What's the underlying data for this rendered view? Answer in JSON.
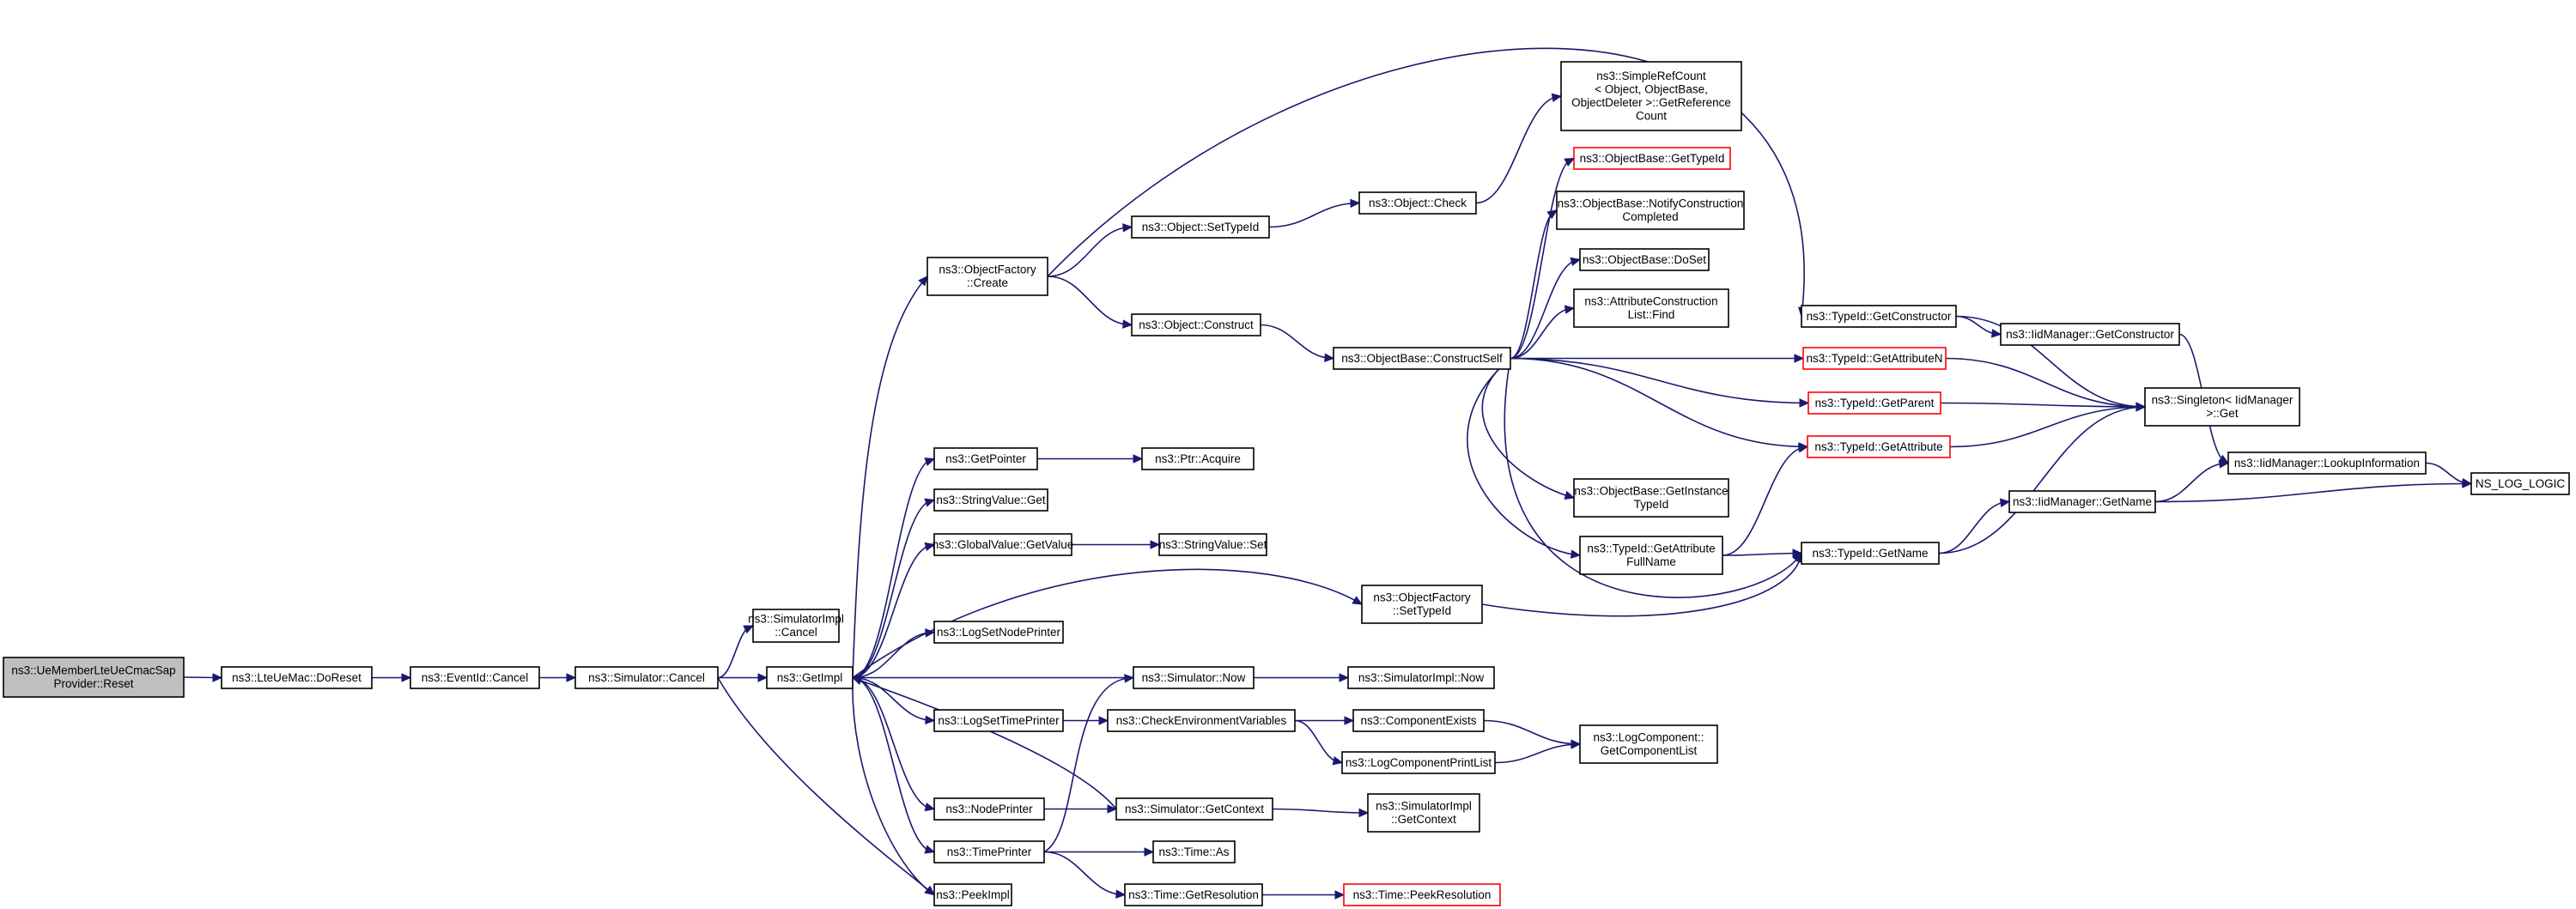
{
  "graph": {
    "node_border_color": "#000000",
    "edge_color": "#191970",
    "root_fill": "#bfbfbf",
    "undocumented_border_color": "#ff0000",
    "nodes": [
      {
        "id": "n0",
        "lines": [
          "ns3::UeMemberLteUeCmacSap",
          "Provider::Reset"
        ],
        "style": "root"
      },
      {
        "id": "n1",
        "lines": [
          "ns3::LteUeMac::DoReset"
        ]
      },
      {
        "id": "n2",
        "lines": [
          "ns3::EventId::Cancel"
        ]
      },
      {
        "id": "n3",
        "lines": [
          "ns3::Simulator::Cancel"
        ]
      },
      {
        "id": "n4",
        "lines": [
          "ns3::SimulatorImpl",
          "::Cancel"
        ]
      },
      {
        "id": "n5",
        "lines": [
          "ns3::GetImpl"
        ]
      },
      {
        "id": "n6",
        "lines": [
          "ns3::PeekImpl"
        ]
      },
      {
        "id": "n7",
        "lines": [
          "ns3::ObjectFactory",
          "::Create"
        ]
      },
      {
        "id": "n8",
        "lines": [
          "ns3::GetPointer"
        ]
      },
      {
        "id": "n9",
        "lines": [
          "ns3::StringValue::Get"
        ]
      },
      {
        "id": "n10",
        "lines": [
          "ns3::GlobalValue::GetValue"
        ]
      },
      {
        "id": "n11",
        "lines": [
          "ns3::LogSetNodePrinter"
        ]
      },
      {
        "id": "n12",
        "lines": [
          "ns3::LogSetTimePrinter"
        ]
      },
      {
        "id": "n13",
        "lines": [
          "ns3::NodePrinter"
        ]
      },
      {
        "id": "n14",
        "lines": [
          "ns3::TimePrinter"
        ]
      },
      {
        "id": "n15",
        "lines": [
          "ns3::Object::SetTypeId"
        ]
      },
      {
        "id": "n16",
        "lines": [
          "ns3::Object::Construct"
        ]
      },
      {
        "id": "n17",
        "lines": [
          "ns3::Object::Check"
        ]
      },
      {
        "id": "n18",
        "lines": [
          "ns3::ObjectBase::ConstructSelf"
        ]
      },
      {
        "id": "n19",
        "lines": [
          "ns3::SimpleRefCount",
          "< Object, ObjectBase,",
          "ObjectDeleter >::GetReference",
          "Count"
        ]
      },
      {
        "id": "n20",
        "lines": [
          "ns3::ObjectBase::GetTypeId"
        ],
        "style": "red"
      },
      {
        "id": "n21",
        "lines": [
          "ns3::ObjectBase::NotifyConstruction",
          "Completed"
        ]
      },
      {
        "id": "n22",
        "lines": [
          "ns3::ObjectBase::DoSet"
        ]
      },
      {
        "id": "n23",
        "lines": [
          "ns3::AttributeConstruction",
          "List::Find"
        ]
      },
      {
        "id": "n24",
        "lines": [
          "ns3::ObjectBase::GetInstance",
          "TypeId"
        ]
      },
      {
        "id": "n25",
        "lines": [
          "ns3::TypeId::GetAttribute",
          "FullName"
        ]
      },
      {
        "id": "n26",
        "lines": [
          "ns3::TypeId::GetConstructor"
        ]
      },
      {
        "id": "n27",
        "lines": [
          "ns3::TypeId::GetAttributeN"
        ],
        "style": "red"
      },
      {
        "id": "n28",
        "lines": [
          "ns3::TypeId::GetParent"
        ],
        "style": "red"
      },
      {
        "id": "n29",
        "lines": [
          "ns3::TypeId::GetAttribute"
        ],
        "style": "red"
      },
      {
        "id": "n30",
        "lines": [
          "ns3::TypeId::GetName"
        ]
      },
      {
        "id": "n31",
        "lines": [
          "ns3::IidManager::GetConstructor"
        ]
      },
      {
        "id": "n32",
        "lines": [
          "ns3::Singleton< IidManager",
          ">::Get"
        ]
      },
      {
        "id": "n33",
        "lines": [
          "ns3::IidManager::GetName"
        ]
      },
      {
        "id": "n34",
        "lines": [
          "ns3::IidManager::LookupInformation"
        ]
      },
      {
        "id": "n35",
        "lines": [
          "NS_LOG_LOGIC"
        ]
      },
      {
        "id": "n36",
        "lines": [
          "ns3::Ptr::Acquire"
        ]
      },
      {
        "id": "n37",
        "lines": [
          "ns3::StringValue::Set"
        ]
      },
      {
        "id": "n38",
        "lines": [
          "ns3::ObjectFactory",
          "::SetTypeId"
        ]
      },
      {
        "id": "n39",
        "lines": [
          "ns3::Simulator::Now"
        ]
      },
      {
        "id": "n40",
        "lines": [
          "ns3::SimulatorImpl::Now"
        ]
      },
      {
        "id": "n41",
        "lines": [
          "ns3::CheckEnvironmentVariables"
        ]
      },
      {
        "id": "n42",
        "lines": [
          "ns3::ComponentExists"
        ]
      },
      {
        "id": "n43",
        "lines": [
          "ns3::LogComponentPrintList"
        ]
      },
      {
        "id": "n44",
        "lines": [
          "ns3::LogComponent::",
          "GetComponentList"
        ]
      },
      {
        "id": "n45",
        "lines": [
          "ns3::Simulator::GetContext"
        ]
      },
      {
        "id": "n46",
        "lines": [
          "ns3::SimulatorImpl",
          "::GetContext"
        ]
      },
      {
        "id": "n47",
        "lines": [
          "ns3::Time::As"
        ]
      },
      {
        "id": "n48",
        "lines": [
          "ns3::Time::GetResolution"
        ]
      },
      {
        "id": "n49",
        "lines": [
          "ns3::Time::PeekResolution"
        ],
        "style": "red"
      }
    ],
    "edges": [
      [
        "n0",
        "n1"
      ],
      [
        "n1",
        "n2"
      ],
      [
        "n2",
        "n3"
      ],
      [
        "n3",
        "n4"
      ],
      [
        "n3",
        "n5"
      ],
      [
        "n3",
        "n6"
      ],
      [
        "n5",
        "n7"
      ],
      [
        "n5",
        "n8"
      ],
      [
        "n5",
        "n9"
      ],
      [
        "n5",
        "n10"
      ],
      [
        "n5",
        "n11"
      ],
      [
        "n5",
        "n12"
      ],
      [
        "n5",
        "n13"
      ],
      [
        "n5",
        "n14"
      ],
      [
        "n5",
        "n6"
      ],
      [
        "n5",
        "n38"
      ],
      [
        "n7",
        "n15"
      ],
      [
        "n7",
        "n16"
      ],
      [
        "n7",
        "n26"
      ],
      [
        "n15",
        "n17"
      ],
      [
        "n17",
        "n19"
      ],
      [
        "n16",
        "n18"
      ],
      [
        "n18",
        "n20"
      ],
      [
        "n18",
        "n21"
      ],
      [
        "n18",
        "n22"
      ],
      [
        "n18",
        "n23"
      ],
      [
        "n18",
        "n24"
      ],
      [
        "n18",
        "n25"
      ],
      [
        "n18",
        "n27"
      ],
      [
        "n18",
        "n28"
      ],
      [
        "n18",
        "n29"
      ],
      [
        "n18",
        "n30"
      ],
      [
        "n26",
        "n31"
      ],
      [
        "n26",
        "n32"
      ],
      [
        "n27",
        "n32"
      ],
      [
        "n28",
        "n32"
      ],
      [
        "n29",
        "n32"
      ],
      [
        "n30",
        "n32"
      ],
      [
        "n30",
        "n33"
      ],
      [
        "n25",
        "n30"
      ],
      [
        "n25",
        "n29"
      ],
      [
        "n31",
        "n34"
      ],
      [
        "n33",
        "n34"
      ],
      [
        "n33",
        "n35"
      ],
      [
        "n34",
        "n35"
      ],
      [
        "n8",
        "n36"
      ],
      [
        "n10",
        "n37"
      ],
      [
        "n38",
        "n30"
      ],
      [
        "n12",
        "n41"
      ],
      [
        "n39",
        "n40"
      ],
      [
        "n39",
        "n5"
      ],
      [
        "n41",
        "n42"
      ],
      [
        "n41",
        "n43"
      ],
      [
        "n42",
        "n44"
      ],
      [
        "n43",
        "n44"
      ],
      [
        "n13",
        "n45"
      ],
      [
        "n45",
        "n5"
      ],
      [
        "n45",
        "n46"
      ],
      [
        "n14",
        "n39"
      ],
      [
        "n14",
        "n47"
      ],
      [
        "n14",
        "n48"
      ],
      [
        "n48",
        "n49"
      ]
    ]
  }
}
